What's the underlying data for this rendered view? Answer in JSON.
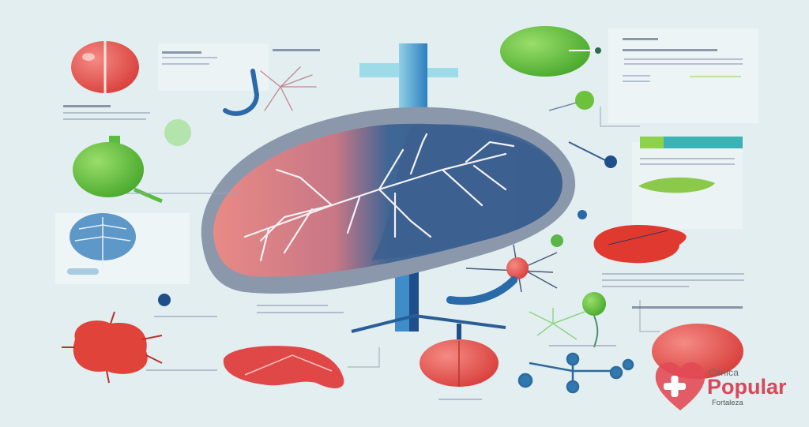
{
  "illustration": {
    "subject": "liver anatomy medical infographic",
    "background_color": "#e2eef0",
    "elements": [
      {
        "name": "central-liver",
        "colors": [
          "#e4807e",
          "#3f6390",
          "#7d8ea6"
        ]
      },
      {
        "name": "gallbladder-top-left",
        "color": "#e05f5e"
      },
      {
        "name": "green-organ-left",
        "color": "#5bbd3f"
      },
      {
        "name": "blue-leaf-tree",
        "color": "#4a86c0"
      },
      {
        "name": "red-spiky-organ",
        "color": "#e0433a"
      },
      {
        "name": "red-liver-bottom",
        "color": "#e04848"
      },
      {
        "name": "red-bulb-bottom",
        "color": "#e54f4c"
      },
      {
        "name": "green-sphere-top-right",
        "color": "#6cc23d"
      },
      {
        "name": "red-organ-right",
        "color": "#e03a30"
      },
      {
        "name": "molecule-network",
        "color": "#2f79b0"
      },
      {
        "name": "blue-vessel-pillar",
        "color": "#3a8cc8"
      }
    ]
  },
  "logo": {
    "prefix": "Clínica",
    "name": "Popular",
    "city": "Fortaleza",
    "brand_color": "#d9475a",
    "icon": "heart-cross-icon"
  }
}
